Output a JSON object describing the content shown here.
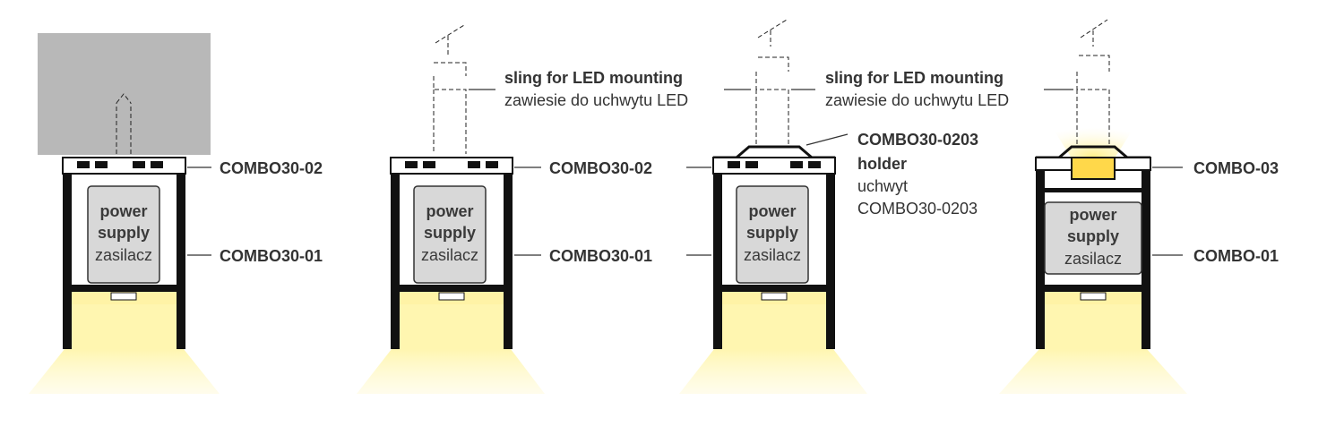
{
  "colors": {
    "light_beam": "#fff3a6",
    "ceiling": "#b8b8b8",
    "psu": "#d8d8d8",
    "profile": "#111111",
    "text": "#333333"
  },
  "psu_labels": {
    "line1": "power",
    "line2": "supply",
    "line3": "zasilacz"
  },
  "variant1": {
    "top_label": "COMBO30-02",
    "body_label": "COMBO30-01"
  },
  "variant2": {
    "sling_label_en": "sling for LED mounting",
    "sling_label_pl": "zawiesie do uchwytu LED",
    "top_label": "COMBO30-02",
    "body_label": "COMBO30-01"
  },
  "variant3": {
    "sling_label_en": "sling for LED mounting",
    "sling_label_pl": "zawiesie do uchwytu LED",
    "holder_code": "COMBO30-0203",
    "holder_en": "holder",
    "holder_pl": "uchwyt",
    "holder_code_pl": "COMBO30-0203"
  },
  "variant4": {
    "top_label": "COMBO-03",
    "body_label": "COMBO-01"
  }
}
